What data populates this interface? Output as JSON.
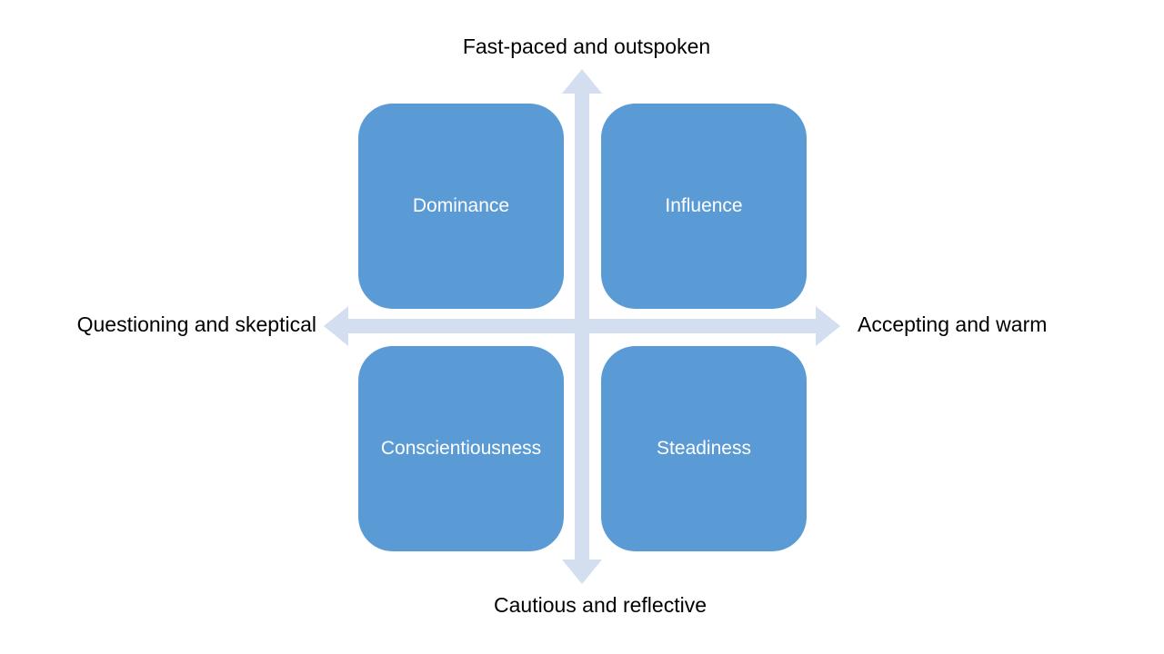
{
  "colors": {
    "quadrant_fill": "#5b9bd5",
    "arrow_fill": "#d3dff0",
    "quadrant_text": "#ffffff",
    "label_text": "#000000"
  },
  "axes": {
    "top": "Fast-paced and outspoken",
    "bottom": "Cautious and reflective",
    "left": "Questioning and skeptical",
    "right": "Accepting and warm"
  },
  "quadrants": {
    "top_left": "Dominance",
    "top_right": "Influence",
    "bottom_left": "Conscientiousness",
    "bottom_right": "Steadiness"
  }
}
